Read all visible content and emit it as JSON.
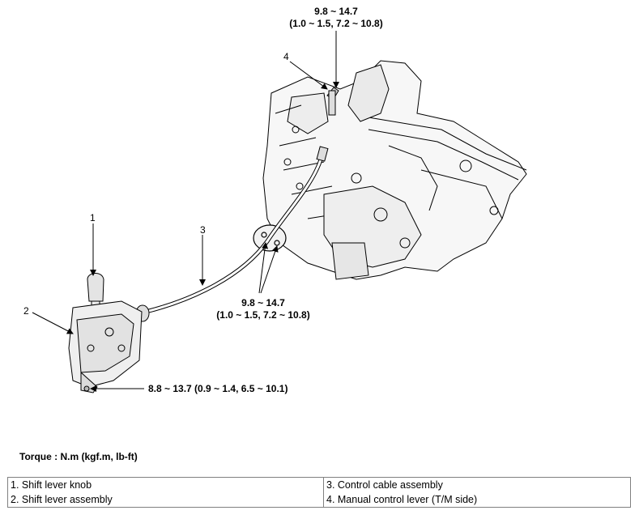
{
  "callouts": {
    "c1": "1",
    "c2": "2",
    "c3": "3",
    "c4": "4"
  },
  "torques": {
    "top": {
      "line1": "9.8 ~ 14.7",
      "line2": "(1.0 ~ 1.5, 7.2 ~ 10.8)"
    },
    "middle": {
      "line1": "9.8 ~ 14.7",
      "line2": "(1.0 ~ 1.5, 7.2 ~ 10.8)"
    },
    "bottom": "8.8 ~ 13.7 (0.9 ~ 1.4, 6.5 ~ 10.1)"
  },
  "torque_unit_label": "Torque : N.m (kgf.m, lb-ft)",
  "legend": {
    "rows": [
      {
        "left": "1. Shift lever knob",
        "right": "3. Control cable assembly"
      },
      {
        "left": "2. Shift lever assembly",
        "right": "4. Manual control lever (T/M side)"
      }
    ]
  }
}
